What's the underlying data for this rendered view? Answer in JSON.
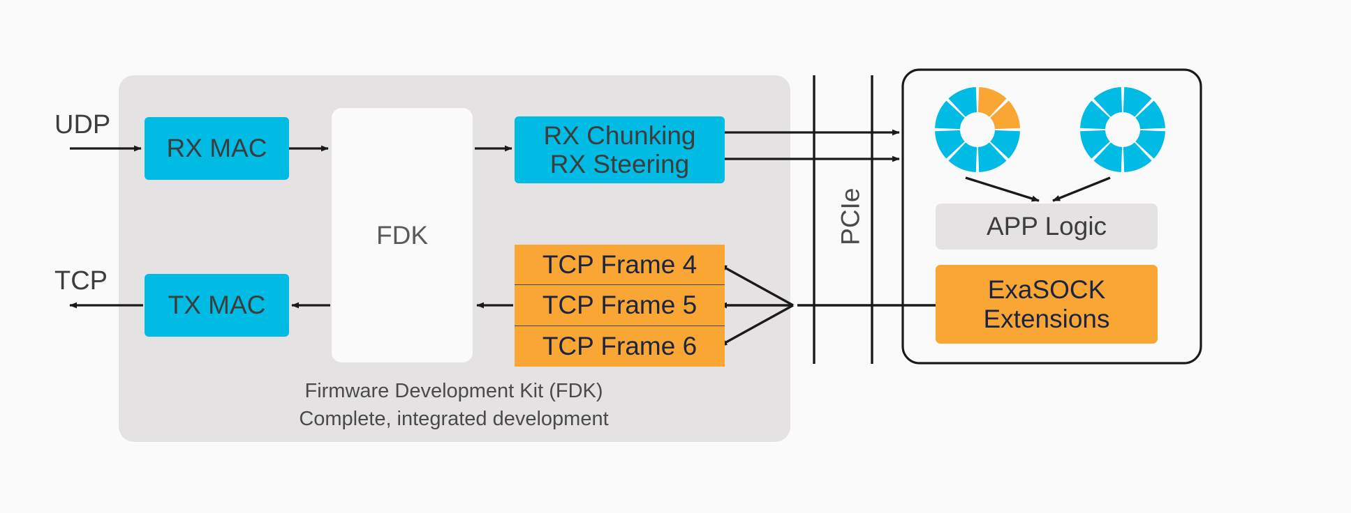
{
  "diagram": {
    "title": "ExaNIC FDK / PCIe / Application architecture block diagram",
    "background_color": "#fafafa"
  },
  "colors": {
    "cyan": "#00BCE4",
    "orange": "#F9A634",
    "panel_grey": "#E4E2E3",
    "box_grey": "#E4E2E3",
    "white_panel": "#FAFAFA",
    "line": "#1a1a1a",
    "text_dark": "#3d3d3d",
    "text_navy": "#1b2440"
  },
  "io_labels": {
    "udp": "UDP",
    "tcp": "TCP"
  },
  "fdk_panel": {
    "caption_line1": "Firmware Development Kit (FDK)",
    "caption_line2": "Complete, integrated development",
    "blocks": [
      {
        "id": "rx-mac",
        "label": "RX MAC",
        "style": "cyan"
      },
      {
        "id": "tx-mac",
        "label": "TX MAC",
        "style": "cyan"
      },
      {
        "id": "fdk-core",
        "label": "FDK",
        "style": "white"
      },
      {
        "id": "rx-chunking",
        "label": "RX Chunking\nRX Steering",
        "style": "cyan"
      }
    ],
    "tcp_frames": [
      {
        "id": "tcp-frame-4",
        "label": "TCP Frame 4"
      },
      {
        "id": "tcp-frame-5",
        "label": "TCP Frame 5"
      },
      {
        "id": "tcp-frame-6",
        "label": "TCP Frame 6"
      }
    ]
  },
  "bus": {
    "label": "PCIe",
    "orientation": "vertical-rotated"
  },
  "host_panel": {
    "blocks": [
      {
        "id": "app-logic",
        "label": "APP Logic",
        "style": "grey"
      },
      {
        "id": "exasock-extensions",
        "label": "ExaSOCK\nExtensions",
        "style": "orange"
      }
    ],
    "donuts": [
      {
        "id": "donut-left",
        "name": "cpu-core-donut-left",
        "segments": 8,
        "segment_colors": [
          "#F9A634",
          "#F9A634",
          "#00BCE4",
          "#00BCE4",
          "#00BCE4",
          "#00BCE4",
          "#00BCE4",
          "#00BCE4"
        ]
      },
      {
        "id": "donut-right",
        "name": "cpu-core-donut-right",
        "segments": 8,
        "segment_colors": [
          "#00BCE4",
          "#00BCE4",
          "#00BCE4",
          "#00BCE4",
          "#00BCE4",
          "#00BCE4",
          "#00BCE4",
          "#00BCE4"
        ]
      }
    ]
  },
  "flows": [
    {
      "id": "udp-in",
      "from": "UDP",
      "to": "RX MAC"
    },
    {
      "id": "rxmac-fdk",
      "from": "RX MAC",
      "to": "FDK"
    },
    {
      "id": "fdk-rxchunk",
      "from": "FDK",
      "to": "RX Chunking / RX Steering"
    },
    {
      "id": "rxchunk-host1",
      "from": "RX Chunking",
      "to": "Host (via PCIe)"
    },
    {
      "id": "rxchunk-host2",
      "from": "RX Steering",
      "to": "Host (via PCIe)"
    },
    {
      "id": "exasock-fanout",
      "from": "ExaSOCK Extensions",
      "to": "TCP Frame 4 / 5 / 6"
    },
    {
      "id": "tcpframes-fdk",
      "from": "TCP Frames",
      "to": "FDK"
    },
    {
      "id": "fdk-txmac",
      "from": "FDK",
      "to": "TX MAC"
    },
    {
      "id": "txmac-out",
      "from": "TX MAC",
      "to": "TCP"
    },
    {
      "id": "donutL-app",
      "from": "CPU cores (left)",
      "to": "APP Logic"
    },
    {
      "id": "donutR-app",
      "from": "CPU cores (right)",
      "to": "APP Logic"
    }
  ]
}
